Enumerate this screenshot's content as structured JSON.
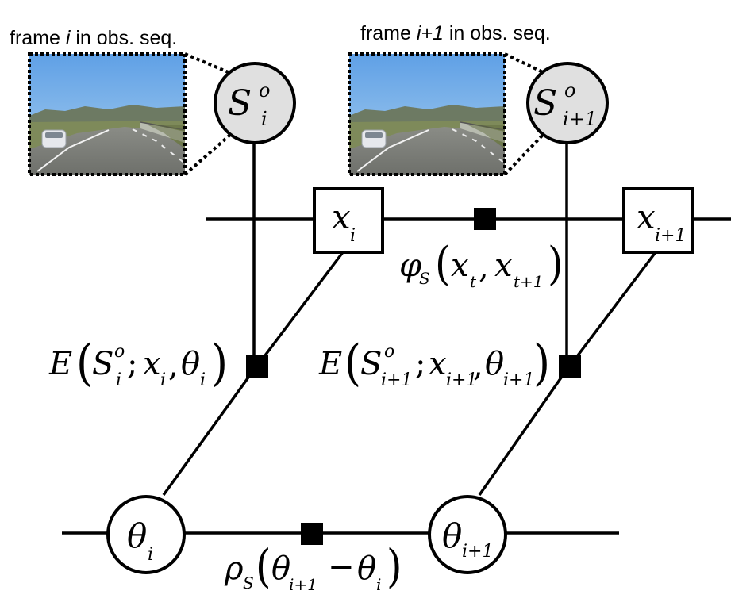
{
  "frames": [
    {
      "caption_pre": "frame ",
      "caption_var": "i",
      "caption_post": " in obs. seq."
    },
    {
      "caption_pre": "frame ",
      "caption_var": "i+1",
      "caption_post": " in obs. seq."
    }
  ],
  "nodes": {
    "obs_i": {
      "base": "S",
      "sup": "o",
      "sub": "i"
    },
    "obs_i1": {
      "base": "S",
      "sup": "o",
      "sub": "i+1"
    },
    "x_i": {
      "base": "x",
      "sub": "i"
    },
    "x_i1": {
      "base": "x",
      "sub": "i+1"
    },
    "theta_i": {
      "base": "θ",
      "sub": "i"
    },
    "theta_i1": {
      "base": "θ",
      "sub": "i+1"
    }
  },
  "factors": {
    "phi": {
      "fn": "φ",
      "fn_sub": "S",
      "a": "x",
      "a_sub": "t",
      "b": "x",
      "b_sub": "t+1"
    },
    "energy_i": {
      "fn": "E",
      "s": "S",
      "s_sup": "o",
      "s_sub": "i",
      "x": "x",
      "x_sub": "i",
      "t": "θ",
      "t_sub": "i"
    },
    "energy_i1": {
      "fn": "E",
      "s": "S",
      "s_sup": "o",
      "s_sub": "i+1",
      "x": "x",
      "x_sub": "i+1",
      "t": "θ",
      "t_sub": "i+1"
    },
    "rho": {
      "fn": "ρ",
      "fn_sub": "S",
      "a": "θ",
      "a_sub": "i+1",
      "minus": "−",
      "b": "θ",
      "b_sub": "i"
    }
  },
  "colors": {
    "line": "#000000",
    "observed_fill": "#e0e0e0",
    "node_fill": "#ffffff",
    "factor_fill": "#000000"
  }
}
